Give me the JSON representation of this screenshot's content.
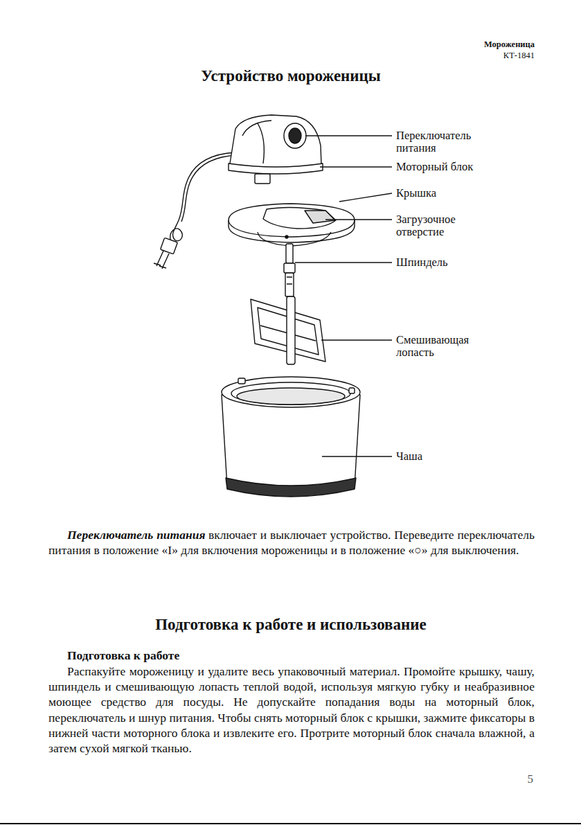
{
  "diagram": {
    "title": "Устройство мороженицы",
    "labels": [
      "Мороженица",
      "КТ-1841",
      "Переключатель питания",
      "Моторный блок",
      "Крышка",
      "Загрузочное отверстие",
      "Шпиндель",
      "Смешивающая лопасть",
      "Чаша",
      "Переключатель питания",
      "включает и выключает устройство. Переведите переключатель питания в положение «I» для включения мороженицы и в положение «○» для выключения.",
      "Подготовка к работе и использование",
      "Подготовка к работе",
      "Распакуйте мороженицу и удалите весь упаковочный материал. Промойте крышку, чашу, шпиндель и смешивающую лопасть теплой водой, используя мягкую губку и неабразивное моющее средство для посуды. Не допускайте попадания воды на моторный блок, переключатель и шнур питания. Чтобы снять моторный блок с крышки, зажмите фиксаторы в нижней части моторного блока и извлеките его. Протрите моторный блок сначала влажной, а затем сухой мягкой тканью.",
      "5"
    ]
  }
}
